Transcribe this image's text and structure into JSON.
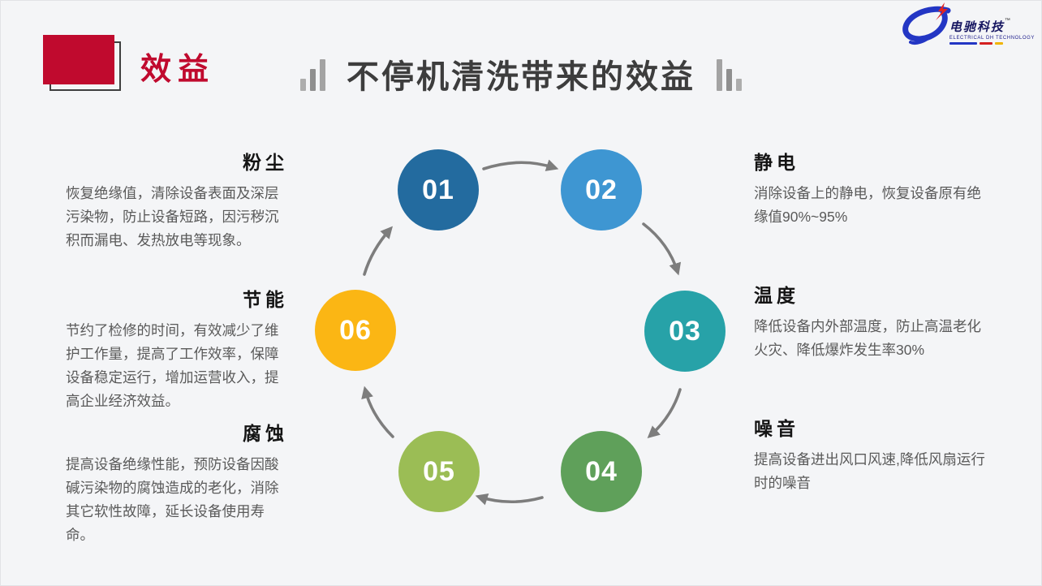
{
  "header": {
    "tag_label": "效益",
    "title": "不停机清洗带来的效益"
  },
  "logo": {
    "company": "电驰科技",
    "trademark": "™",
    "tagline": "ELECTRICAL DH TECHNOLOGY"
  },
  "colors": {
    "accent_red": "#c00a2e",
    "title_gray": "#3d3d3d",
    "arrow_gray": "#7d7d7d",
    "background": "#f4f5f7"
  },
  "diagram": {
    "steps": [
      {
        "num": "01",
        "color": "#236b9f"
      },
      {
        "num": "02",
        "color": "#3e96d2"
      },
      {
        "num": "03",
        "color": "#27a2a8"
      },
      {
        "num": "04",
        "color": "#5fa05a"
      },
      {
        "num": "05",
        "color": "#9bbd55"
      },
      {
        "num": "06",
        "color": "#fbb614"
      }
    ]
  },
  "benefits": {
    "left": [
      {
        "title": "粉尘",
        "desc": "恢复绝缘值，清除设备表面及深层污染物，防止设备短路，因污秽沉积而漏电、发热放电等现象。"
      },
      {
        "title": "节能",
        "desc": "节约了检修的时间，有效减少了维护工作量，提高了工作效率，保障设备稳定运行，增加运营收入，提高企业经济效益。"
      },
      {
        "title": "腐蚀",
        "desc": "提高设备绝缘性能，预防设备因酸碱污染物的腐蚀造成的老化，消除其它软性故障，延长设备使用寿命。"
      }
    ],
    "right": [
      {
        "title": "静电",
        "desc": "消除设备上的静电，恢复设备原有绝缘值90%~95%"
      },
      {
        "title": "温度",
        "desc": "降低设备内外部温度，防止高温老化火灾、降低爆炸发生率30%"
      },
      {
        "title": "噪音",
        "desc": "提高设备进出风口风速,降低风扇运行时的噪音"
      }
    ]
  }
}
